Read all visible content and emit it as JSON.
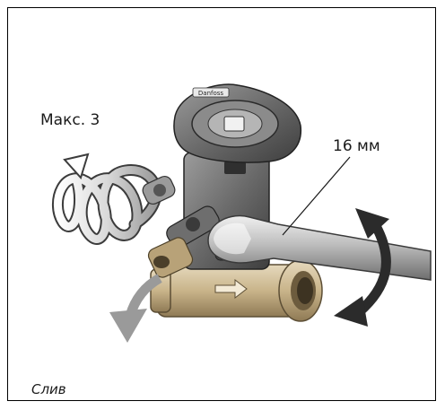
{
  "labels": {
    "max_turns": "Макс. 3",
    "wrench_size": "16 мм",
    "drain": "Слив"
  },
  "logo": "Danfoss",
  "colors": {
    "arrow_gray": "#9a9a9a",
    "arrow_dark": "#2b2b2b",
    "brass": "#c9b48a",
    "metal": "#7f7f7f",
    "handle": "#5a5a5a"
  }
}
